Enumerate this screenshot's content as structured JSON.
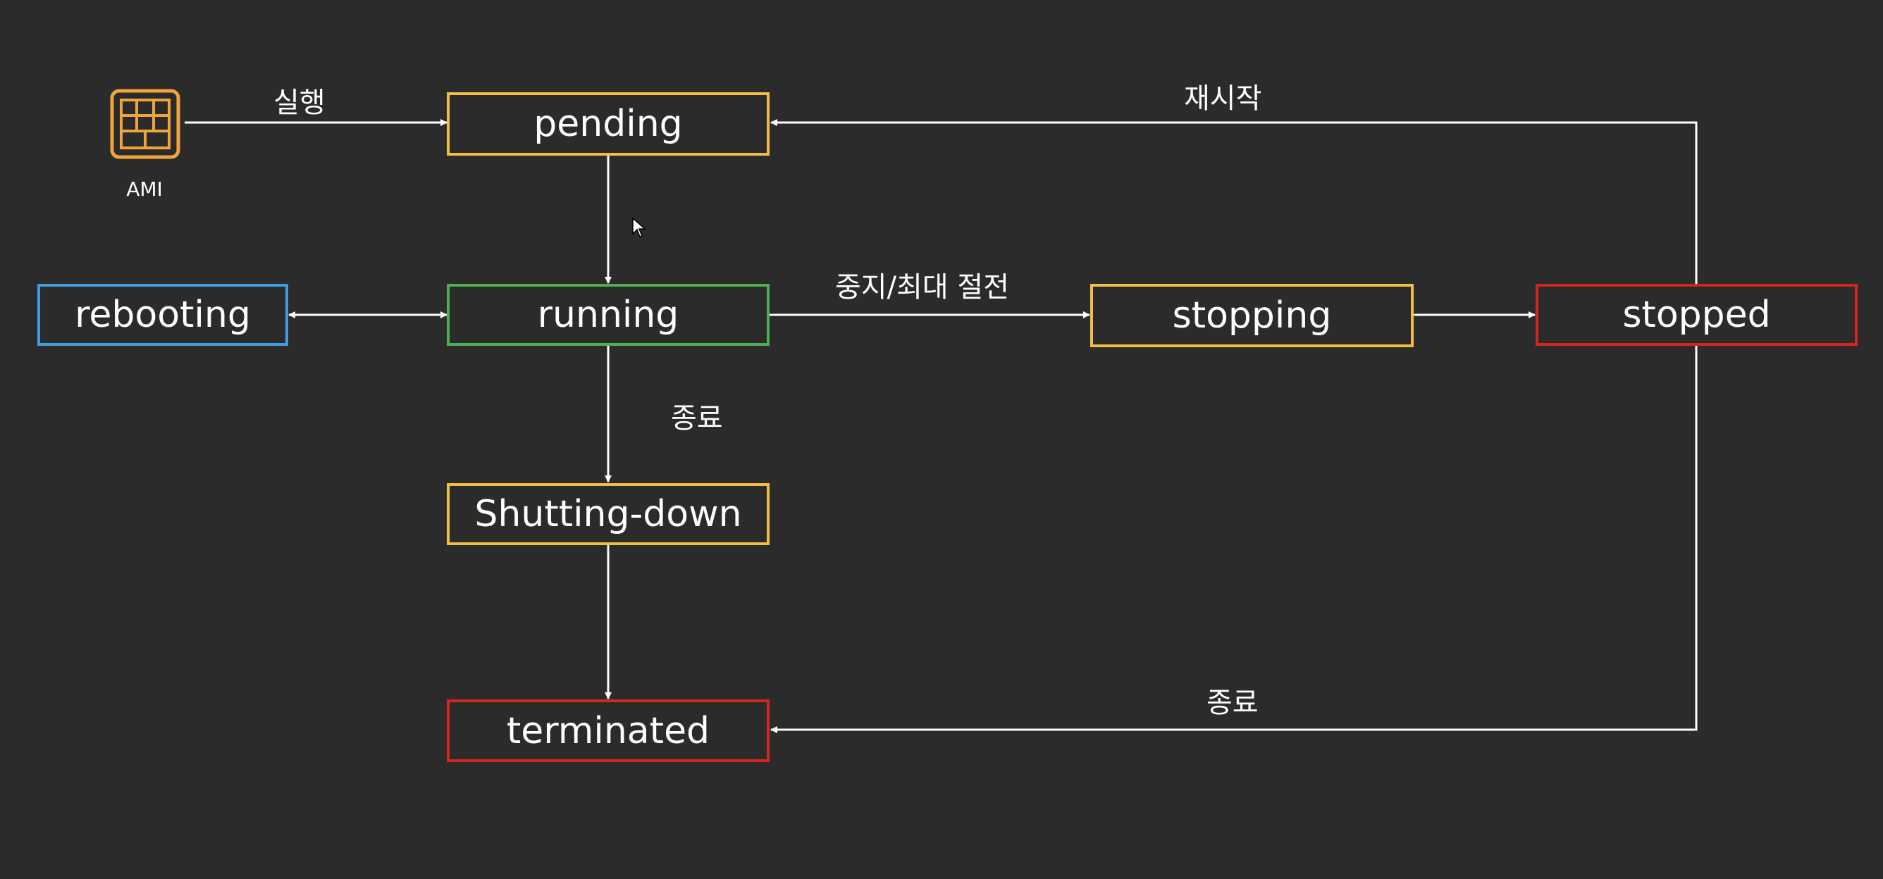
{
  "colors": {
    "background": "#2b2b2b",
    "line": "#ffffff",
    "yellow": "#f3bd43",
    "green": "#4caf50",
    "blue": "#3f9ee0",
    "red": "#d3261e"
  },
  "source": {
    "icon": "ami-icon",
    "label": "AMI"
  },
  "states": {
    "pending": "pending",
    "running": "running",
    "rebooting": "rebooting",
    "stopping": "stopping",
    "stopped": "stopped",
    "shutting_down": "Shutting-down",
    "terminated": "terminated"
  },
  "transitions": {
    "launch": "실행",
    "restart": "재시작",
    "stop_hibernate": "중지/최대 절전",
    "terminate_running": "종료",
    "terminate_stopped": "종료"
  }
}
